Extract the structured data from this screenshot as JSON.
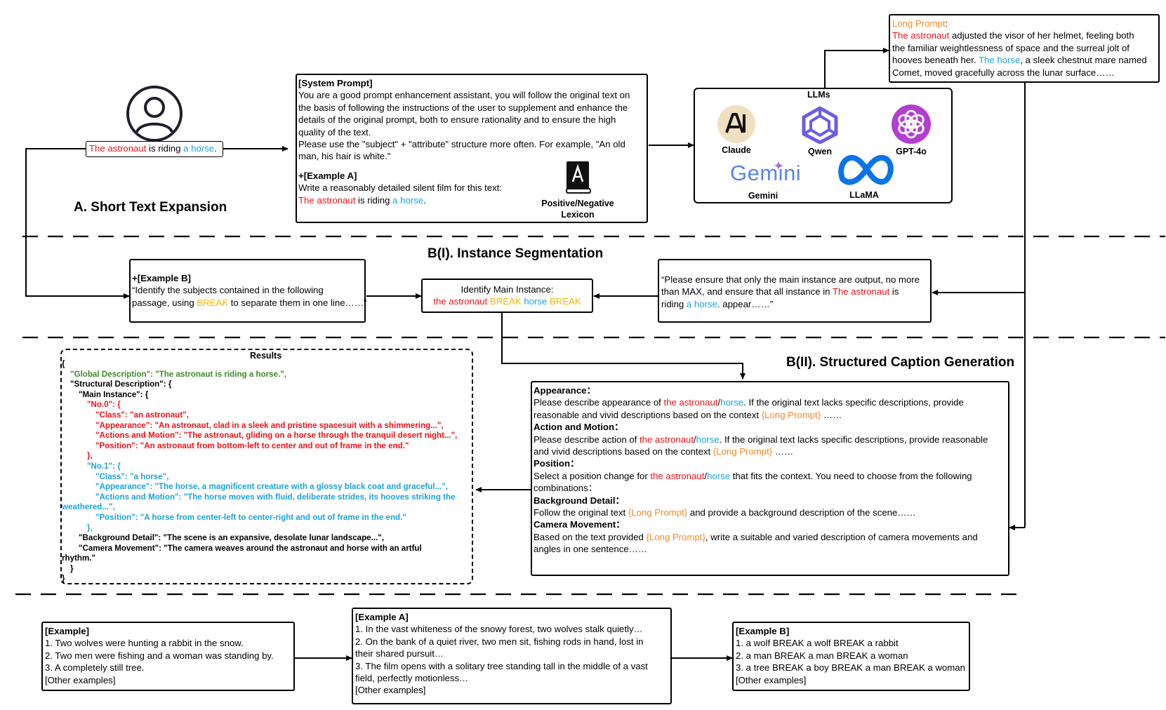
{
  "sections": {
    "a_title": "A. Short Text Expansion",
    "b1_title": "B(I). Instance Segmentation",
    "b2_title": "B(II). Structured Caption Generation"
  },
  "user_prompt": {
    "subject": "The astronaut",
    "middle": " is riding ",
    "object": "a horse",
    "end": "."
  },
  "system_prompt": {
    "header": "[System Prompt]",
    "lines": [
      "You are a good prompt enhancement assistant, you will follow the original text on",
      "the basis of following the instructions of the user to supplement and enhance the",
      "details of the original prompt, both to ensure rationality and to ensure the high",
      "quality of the text.",
      "Please use the \"subject\" + \"attribute\" structure more often. For example, \"An old",
      "man, his hair is white.\""
    ],
    "example_header": "+[Example A]",
    "example_line": "Write a reasonably detailed silent film for this text:",
    "ex_subject": "The astronaut",
    "ex_middle": " is riding ",
    "ex_object": "a horse",
    "ex_end": ".",
    "lexicon_line1": "Positive/Negative",
    "lexicon_line2": "Lexicon"
  },
  "llms": {
    "title": "LLMs",
    "claude": "Claude",
    "qwen": "Qwen",
    "gpt": "GPT-4o",
    "gemini_logo": "Gemini",
    "gemini": "Gemini",
    "llama": "LLaMA"
  },
  "long_prompt": {
    "label": "Long Prompt",
    "colon": ":",
    "subject": "The astronaut",
    "l1": " adjusted the visor of her helmet, feeling both",
    "l2": "the familiar weightlessness of space and the surreal jolt of",
    "l3": "hooves beneath her.  ",
    "object": "The horse",
    "l3b": ", a sleek chestnut mare named",
    "l4": "Comet, moved gracefully across the lunar surface……"
  },
  "example_b_box": {
    "header": "+[Example B]",
    "l1": "“Identify the subjects contained in the following",
    "l2a": "passage, using ",
    "break": "BREAK",
    "l2b": " to separate them in one line……”"
  },
  "identify": {
    "label": "Identify Main Instance:",
    "inst1": "the astronaut",
    "break": "BREAK",
    "inst2": "horse"
  },
  "ensure_box": {
    "l1": "“Please ensure that only the main instance are output, no more",
    "l2a": "than MAX, and ensure that all instance in ",
    "subject": "The astronaut",
    "l2b": " is",
    "l3a": "riding ",
    "object": "a horse",
    "l3b": ". appear……”"
  },
  "results": {
    "title": "Results",
    "open": "{",
    "global": "\"Global Description\": \"The astronaut is riding a horse.\",",
    "structural": "\"Structural Description\": {",
    "main": "\"Main Instance\": {",
    "no0": "\"No.0\": {",
    "no0_class": "\"Class\": \"an astronaut\",",
    "no0_app": "\"Appearance\": \"An astronaut, clad in a sleek and pristine spacesuit with a shimmering...\",",
    "no0_act": "\"Actions and Motion\": \"The astronaut, gliding on a horse through the tranquil desert night...\",",
    "no0_pos": "\"Position\": \"An astronaut from bottom-left to center and out of frame in the end.\"",
    "no0_close": "},",
    "no1": "\"No.1\": {",
    "no1_class": "\"Class\": \"a horse\",",
    "no1_app": "\"Appearance\": \"The horse, a magnificent creature with a glossy black coat and graceful...\",",
    "no1_act": "\"Actions and Motion\": \"The horse moves with fluid, deliberate strides, its hooves striking the",
    "no1_act2": "weathered...\",",
    "no1_pos": "\"Position\": \"A horse from center-left to center-right and out of frame in the end.\"",
    "no1_close": "},",
    "bg": "\"Background Detail\": \"The scene is an expansive, desolate lunar landscape...\",",
    "cam": "\"Camera Movement\": \"The camera weaves around the astronaut and horse with an artful",
    "cam2": "rhythm.\"",
    "close_inner": "}",
    "close": "}"
  },
  "caption": {
    "app_h": "Appearance：",
    "app_1a": "Please describe appearance of ",
    "app_1b": ". If the original text lacks specific descriptions, provide",
    "app_2a": "reasonable and vivid descriptions based on the context ",
    "app_2b": " ……",
    "act_h": "Action and Motion：",
    "act_1a": "Please describe action of  ",
    "act_1b": ". If the original text lacks specific descriptions, provide reasonable",
    "act_2a": "and vivid descriptions based on the context ",
    "act_2b": " ……",
    "pos_h": "Position：",
    "pos_1a": "Select a position change for ",
    "pos_1b": " that fits the context. You need to choose from the following",
    "pos_2": "combinations：",
    "bg_h": "Background Detail：",
    "bg_1a": "Follow the original text ",
    "bg_1b": "  and provide a background description of the scene……",
    "cam_h": "Camera Movement：",
    "cam_1a": "Based on the text provided ",
    "cam_1b": ", write a suitable and varied description of camera movements and",
    "cam_2": "angles in one sentence……",
    "subject": "the astronaut",
    "slash": "/",
    "object": "horse",
    "lp": "{Long Prompt}"
  },
  "bottom": {
    "ex_header": "[Example]",
    "ex_lines": [
      "1. Two wolves were hunting a rabbit in the snow.",
      "2. Two men were fishing and a woman was standing by.",
      "3. A completely still tree.",
      "[Other examples]"
    ],
    "exa_header": "[Example A]",
    "exa_lines": [
      "1.  In the vast whiteness of the snowy forest, two wolves stalk quietly…",
      "2. On the bank of a quiet river, two men sit, fishing rods in hand, lost in",
      "their shared pursuit…",
      "3. The film opens with a solitary tree standing tall in the middle of a vast",
      "field, perfectly motionless…",
      "[Other examples]"
    ],
    "exb_header": "[Example B]",
    "exb_lines": [
      "1. a wolf BREAK a wolf BREAK a rabbit",
      "2. a man BREAK a man BREAK a woman",
      "3. a tree BREAK a boy BREAK a man BREAK a woman",
      "[Other examples]"
    ]
  }
}
